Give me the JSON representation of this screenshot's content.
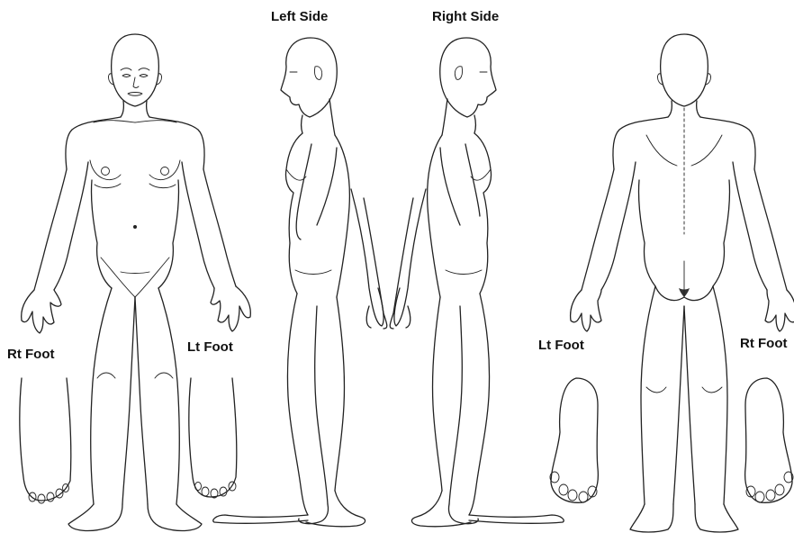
{
  "labels": {
    "left_side": "Left Side",
    "right_side": "Right Side",
    "rt_foot_front": "Rt Foot",
    "lt_foot_front": "Lt Foot",
    "lt_foot_back": "Lt Foot",
    "rt_foot_back": "Rt Foot"
  },
  "colors": {
    "line": "#222222",
    "background": "#ffffff"
  },
  "views": [
    "front-view",
    "left-side-view",
    "right-side-view",
    "back-view"
  ]
}
